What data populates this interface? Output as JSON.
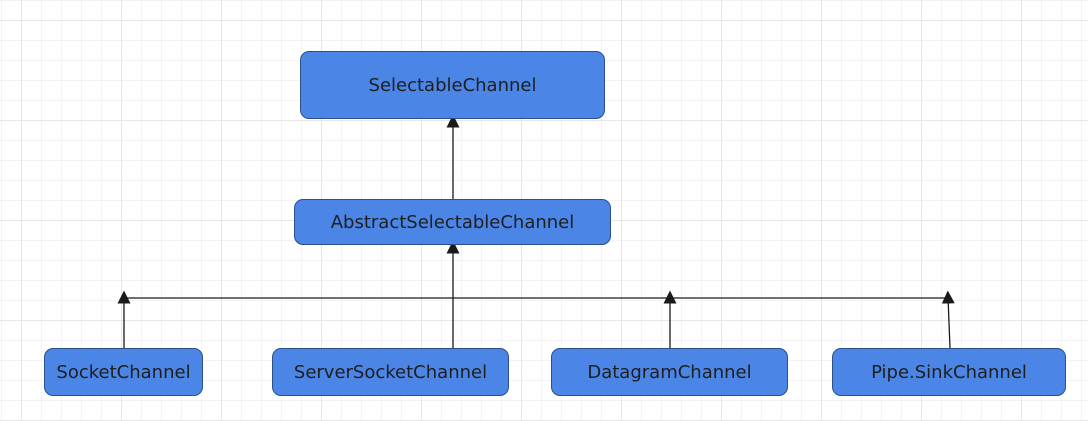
{
  "diagram": {
    "type": "class-hierarchy",
    "colors": {
      "node_fill": "#4b86e6",
      "node_border": "#2c4f8a",
      "node_text": "#1e1e1e",
      "connector": "#1a1a1a",
      "grid": "#e6e6e6"
    },
    "nodes": {
      "selectable": {
        "label": "SelectableChannel"
      },
      "abstract": {
        "label": "AbstractSelectableChannel"
      },
      "socket": {
        "label": "SocketChannel"
      },
      "server": {
        "label": "ServerSocketChannel"
      },
      "datagram": {
        "label": "DatagramChannel"
      },
      "pipe": {
        "label": "Pipe.SinkChannel"
      }
    },
    "edges": [
      {
        "from": "abstract",
        "to": "selectable",
        "relation": "extends"
      },
      {
        "from": "socket",
        "to": "abstract",
        "relation": "extends"
      },
      {
        "from": "server",
        "to": "abstract",
        "relation": "extends"
      },
      {
        "from": "datagram",
        "to": "abstract",
        "relation": "extends"
      },
      {
        "from": "pipe",
        "to": "abstract",
        "relation": "extends"
      }
    ]
  }
}
